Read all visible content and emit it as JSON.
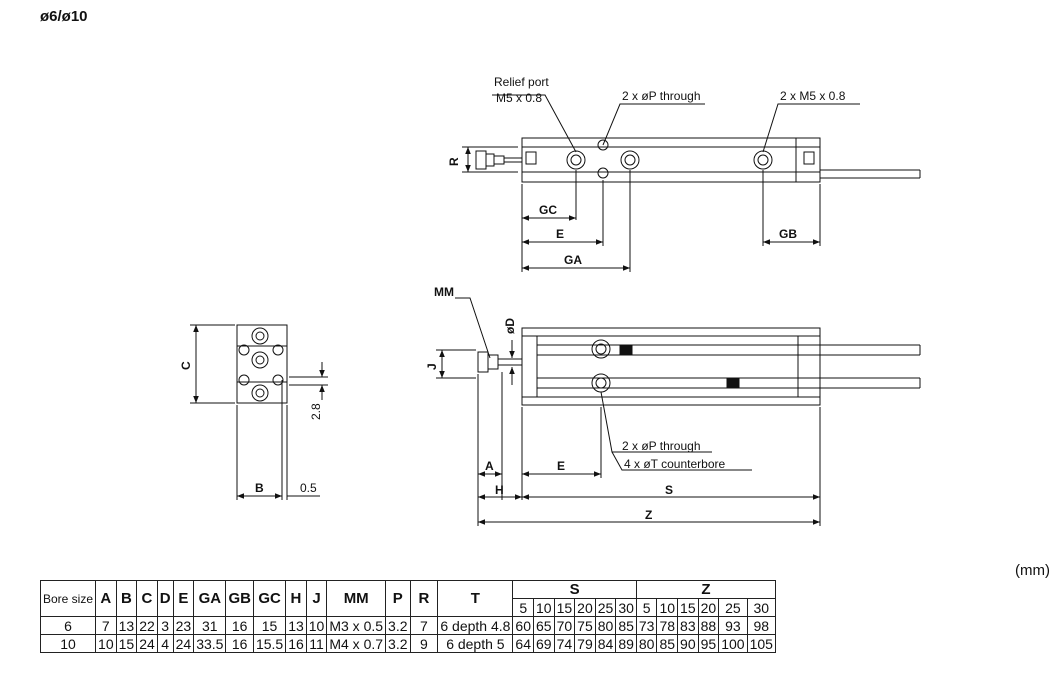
{
  "title": "ø6/ø10",
  "unit": "(mm)",
  "callouts": {
    "relief_port": "Relief port",
    "relief_port_thread": "M5 x 0.8",
    "through_hole_top": "2 x øP through",
    "tapped_holes": "2 x M5 x 0.8",
    "through_hole_bottom": "2 x øP through",
    "counterbore": "4 x øT counterbore"
  },
  "dims": {
    "R": "R",
    "GC": "GC",
    "E": "E",
    "GA": "GA",
    "GB": "GB",
    "MM": "MM",
    "D": "øD",
    "J": "J",
    "A": "A",
    "H": "H",
    "S": "S",
    "Z": "Z",
    "C": "C",
    "B": "B",
    "val_2_8": "2.8",
    "val_0_5": "0.5"
  },
  "table": {
    "bore_size_label": "Bore size",
    "headers": [
      "A",
      "B",
      "C",
      "D",
      "E",
      "GA",
      "GB",
      "GC",
      "H",
      "J",
      "MM",
      "P",
      "R",
      "T"
    ],
    "S_label": "S",
    "Z_label": "Z",
    "strokes": [
      "5",
      "10",
      "15",
      "20",
      "25",
      "30"
    ],
    "rows": [
      {
        "bore": "6",
        "cells": [
          "7",
          "13",
          "22",
          "3",
          "23",
          "31",
          "16",
          "15",
          "13",
          "10",
          "M3 x 0.5",
          "3.2",
          "7",
          "6 depth 4.8"
        ],
        "S": [
          "60",
          "65",
          "70",
          "75",
          "80",
          "85"
        ],
        "Z": [
          "73",
          "78",
          "83",
          "88",
          "93",
          "98"
        ]
      },
      {
        "bore": "10",
        "cells": [
          "10",
          "15",
          "24",
          "4",
          "24",
          "33.5",
          "16",
          "15.5",
          "16",
          "11",
          "M4 x 0.7",
          "3.2",
          "9",
          "6 depth 5"
        ],
        "S": [
          "64",
          "69",
          "74",
          "79",
          "84",
          "89"
        ],
        "Z": [
          "80",
          "85",
          "90",
          "95",
          "100",
          "105"
        ]
      }
    ]
  }
}
